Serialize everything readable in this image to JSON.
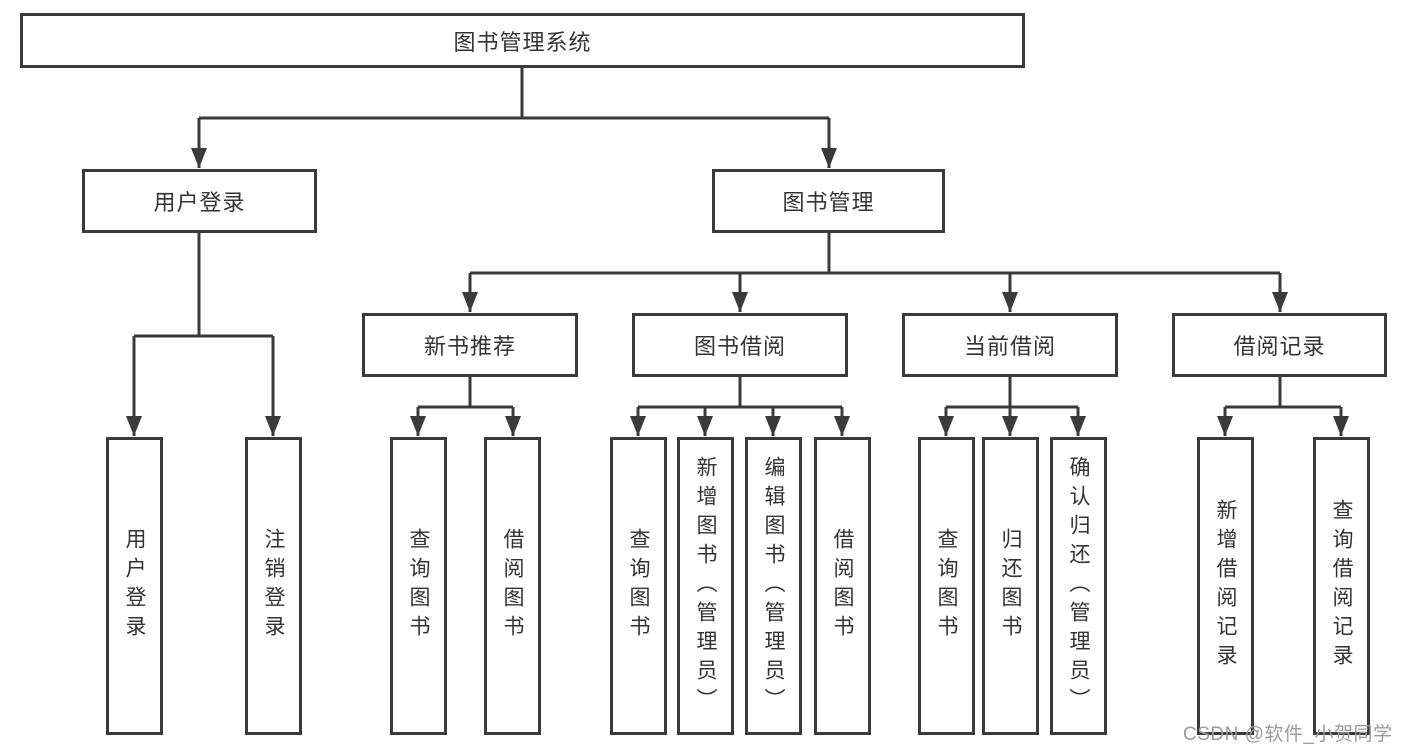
{
  "tree": {
    "root": "图书管理系统",
    "branches": [
      {
        "label": "用户登录",
        "children": [
          "用户登录",
          "注销登录"
        ]
      },
      {
        "label": "图书管理",
        "sections": [
          {
            "label": "新书推荐",
            "children": [
              "查询图书",
              "借阅图书"
            ]
          },
          {
            "label": "图书借阅",
            "children": [
              "查询图书",
              "新增图书（管理员）",
              "编辑图书（管理员）",
              "借阅图书"
            ]
          },
          {
            "label": "当前借阅",
            "children": [
              "查询图书",
              "归还图书",
              "确认归还（管理员）"
            ]
          },
          {
            "label": "借阅记录",
            "children": [
              "新增借阅记录",
              "查询借阅记录"
            ]
          }
        ]
      }
    ]
  },
  "colors": {
    "line": "#3a3a3a",
    "text": "#333333",
    "watermark": "#9b9b9b",
    "background": "#ffffff"
  },
  "watermark": {
    "text": "CSDN @软件_小贺同学"
  }
}
